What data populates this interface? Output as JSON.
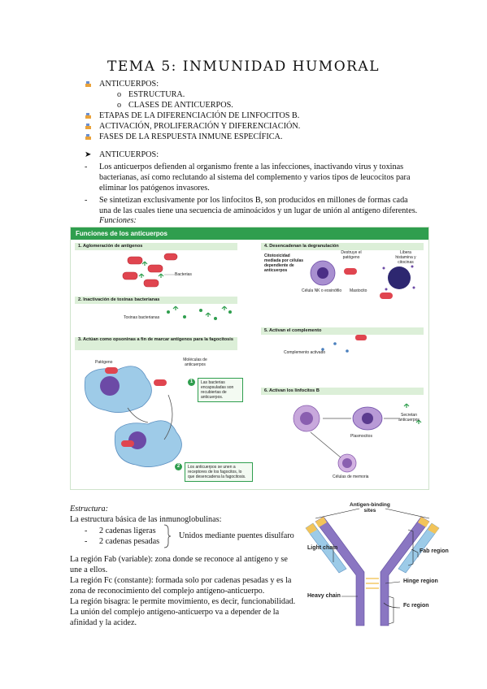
{
  "title": "TEMA 5: INMUNIDAD HUMORAL",
  "outline": {
    "items": [
      {
        "label": "ANTICUERPOS:",
        "sub": [
          "ESTRUCTURA.",
          "CLASES DE ANTICUERPOS."
        ]
      },
      {
        "label": "ETAPAS DE LA DIFERENCIACIÓN DE LINFOCITOS B."
      },
      {
        "label": "ACTIVACIÓN, PROLIFERACIÓN Y DIFERENCIACIÓN."
      },
      {
        "label": "FASES DE LA RESPUESTA INMUNE ESPECÍFICA."
      }
    ],
    "bullet_color": "#e9a23b"
  },
  "section": {
    "heading": "ANTICUERPOS:",
    "p1_l1": "Los anticuerpos defienden al organismo frente a las infecciones, inactivando virus y toxinas",
    "p1_l2": "bacterianas, así como reclutando al sistema del complemento y varios tipos de leucocitos para",
    "p1_l3": "eliminar los patógenos invasores.",
    "p2_l1": "Se sintetizan exclusivamente por los linfocitos B, son producidos en millones de formas cada",
    "p2_l2": "una de las cuales tiene una secuencia de aminoácidos y un lugar de unión al antígeno diferentes.",
    "funciones": "Funciones:"
  },
  "figure": {
    "header": "Funciones de los anticuerpos",
    "panel1": "1. Aglomeración de antígenos",
    "bacterias": "Bacterias",
    "panel2": "2. Inactivación de toxinas bacterianas",
    "toxinas": "Toxinas bacterianas",
    "panel3": "3. Actúan como opsoninas a fin de marcar antígenos para la fagocitosis",
    "moleculas": "Moléculas de anticuerpos",
    "patogeno": "Patógeno",
    "callout1": "Las bacterias encapsuladas son recubiertas de anticuerpos.",
    "callout2": "Los anticuerpos se unen a receptores de los fagocitos, lo que desencadena la fagocitosis.",
    "panel4": "4. Desencadenan la degranulación",
    "citotox": "Citotoxicidad mediada por células dependiente de anticuerpos",
    "destruye": "Destruye el patógeno",
    "libera": "Libera histamina y citocinas",
    "nk": "Célula NK o eosinófilo",
    "mastocito": "Mastocito",
    "panel5": "5. Activan el complemento",
    "complemento": "Complemento activado",
    "panel6": "6. Activan los linfocitos B",
    "secretan": "Secretan anticuerpos",
    "plasmocitos": "Plasmocitos",
    "memoria": "Células de memoria",
    "n1": "1",
    "n2": "2"
  },
  "estructura": {
    "heading": "Estructura:",
    "intro": "La estructura básica de las inmunoglobulinas:",
    "chains": [
      "2 cadenas ligeras",
      "2 cadenas pesadas"
    ],
    "brace": "Unidos mediante puentes disulfaro",
    "fab1": "La región Fab (variable): zona donde se reconoce al antígeno y se",
    "fab2": "une a ellos.",
    "fc1": "La región Fc (constante): formada solo por cadenas pesadas y es la",
    "fc2": "zona de reconocimiento del complejo antígeno-anticuerpo.",
    "bisagra": "La región bisagra: le permite movimiento, es decir, funcionabilidad.",
    "union1": "La unión del complejo antígeno-anticuerpo va a depender de la",
    "union2": "afinidad y la acidez."
  },
  "antibody": {
    "binding1": "Antigen-binding",
    "binding2": "sites",
    "light": "Light chain",
    "fab": "Fab region",
    "hinge": "Hinge region",
    "heavy": "Heavy chain",
    "fc": "Fc region",
    "heavy_color": "#8a76c2",
    "light_color": "#9ccbe8",
    "tip_color": "#f2c45a"
  }
}
